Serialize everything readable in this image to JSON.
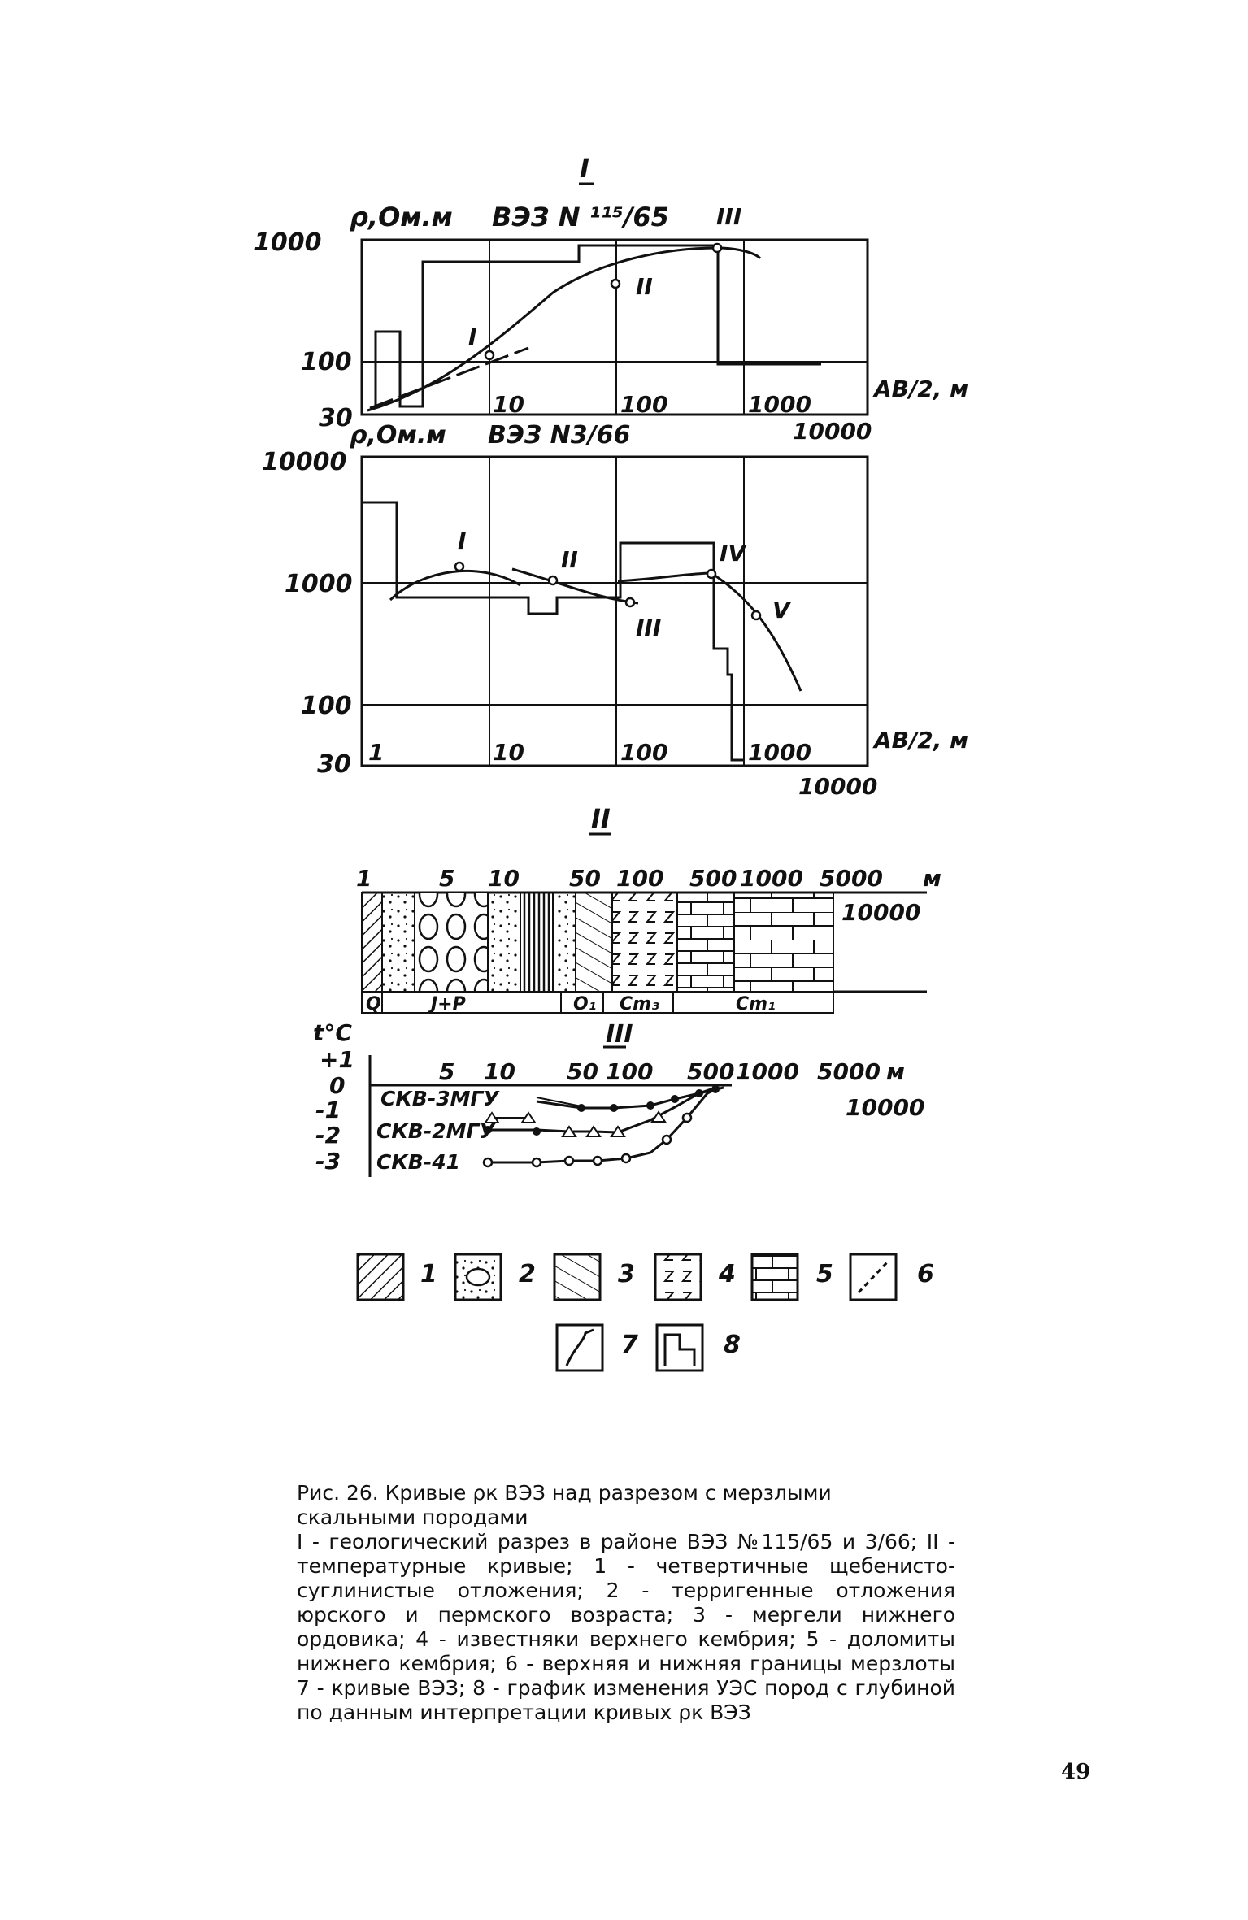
{
  "panel1": {
    "roman": "I",
    "ylabel": "ρ,Ом.м",
    "station": "ВЭЗ N ¹¹⁵/65",
    "yticks": [
      "1000",
      "100",
      "30"
    ],
    "xticks": [
      "10",
      "100",
      "1000",
      "10000"
    ],
    "xlabel": "AB/2, м",
    "curve_labels": [
      "I",
      "II",
      "III"
    ]
  },
  "panel2": {
    "ylabel": "ρ,Ом.м",
    "station": "ВЭЗ N3/66",
    "yticks": [
      "10000",
      "1000",
      "100",
      "30"
    ],
    "xticks": [
      "1",
      "10",
      "100",
      "1000",
      "10000"
    ],
    "xlabel": "AB/2, м",
    "curve_labels": [
      "I",
      "II",
      "III",
      "IV",
      "V"
    ]
  },
  "section": {
    "roman": "II",
    "scale_ticks": [
      "1",
      "5",
      "10",
      "50",
      "100",
      "500",
      "1000",
      "5000",
      "м",
      "10000"
    ],
    "unit_labels": [
      "Q",
      "J+P",
      "O₁",
      "Cm₃",
      "Cm₁"
    ]
  },
  "temperature": {
    "roman": "III",
    "ylabel": "t°C",
    "yticks": [
      "+1",
      "0",
      "-1",
      "-2",
      "-3"
    ],
    "xticks": [
      "5",
      "10",
      "50",
      "100",
      "500",
      "1000",
      "5000",
      "м",
      "10000"
    ],
    "wells": [
      "СКВ-3МГУ",
      "СКВ-2МГУ",
      "СКВ-41"
    ]
  },
  "legend": {
    "items": [
      "1",
      "2",
      "3",
      "4",
      "5",
      "6",
      "7",
      "8"
    ]
  },
  "caption": {
    "title": "Рис. 26. Кривые ρк ВЭЗ над разрезом с мерзлыми скальными породами",
    "body": "I - геологический разрез в районе ВЭЗ №115/65 и 3/66; II - температурные кривые; 1 - четвертичные щебенисто-суглинистые отложения; 2 - терригенные отложения юрского и пермского возраста; 3 - мергели нижнего ордовика; 4 - известняки верхнего кембрия; 5 - доломиты нижнего кембрия; 6 - верхняя и нижняя границы мерзлоты 7 - кривые ВЭЗ; 8 - график изменения УЭС пород с глубиной по данным интерпретации кривых ρк ВЭЗ"
  },
  "page_number": "49"
}
